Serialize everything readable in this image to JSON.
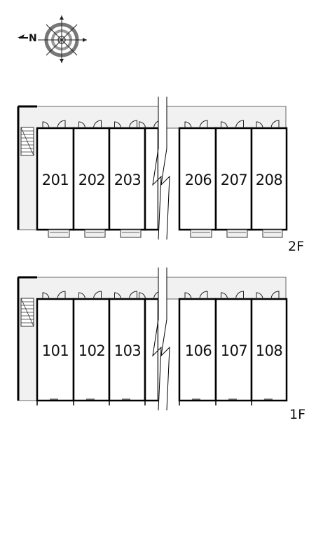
{
  "compass": {
    "icon": "compass-rose-icon",
    "north_letter": "N"
  },
  "floors": [
    {
      "label": "2F",
      "units_left": [
        "201",
        "202",
        "203"
      ],
      "units_right": [
        "206",
        "207",
        "208"
      ],
      "has_balconies": true
    },
    {
      "label": "1F",
      "units_left": [
        "101",
        "102",
        "103"
      ],
      "units_right": [
        "106",
        "107",
        "108"
      ],
      "has_balconies": false
    }
  ],
  "colors": {
    "corridor": "#f1f1f1",
    "wall": "#000000",
    "line": "#555555"
  }
}
